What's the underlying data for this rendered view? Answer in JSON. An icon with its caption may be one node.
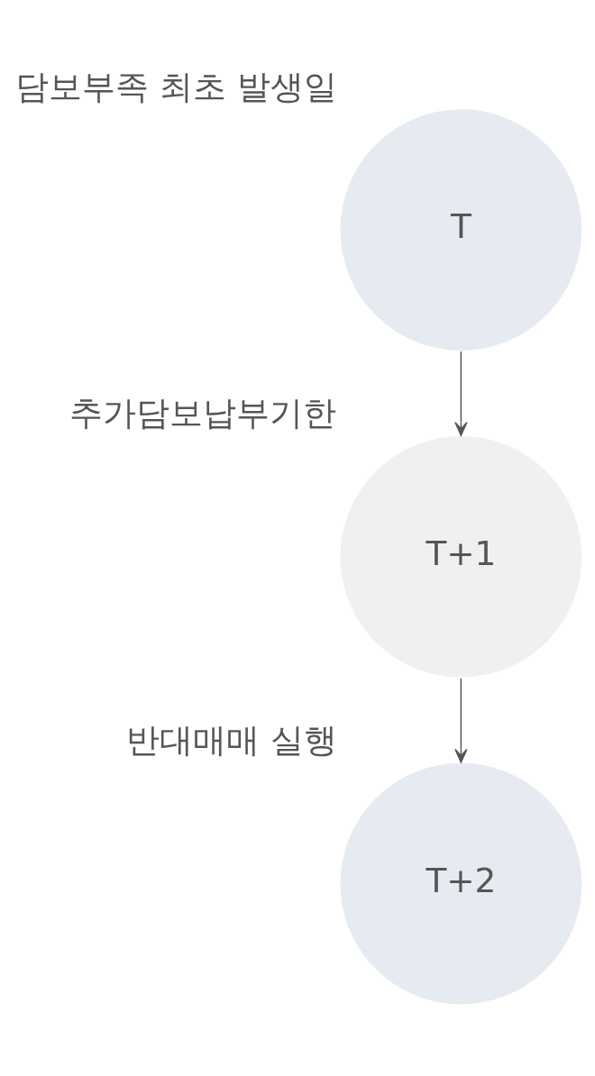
{
  "diagram": {
    "nodes": [
      {
        "text": [
          "T"
        ],
        "beside": [
          "담보부족 최초 발생일"
        ]
      },
      {
        "text": [
          "T+1"
        ],
        "beside": [
          "추가담보납부기한"
        ]
      },
      {
        "text": [
          "T+2"
        ],
        "beside": [
          "반대매매 실행"
        ]
      }
    ],
    "edges": [
      {
        "from": 0,
        "to": 1,
        "arrow": "to"
      },
      {
        "from": 1,
        "to": 2,
        "arrow": "to"
      }
    ]
  }
}
